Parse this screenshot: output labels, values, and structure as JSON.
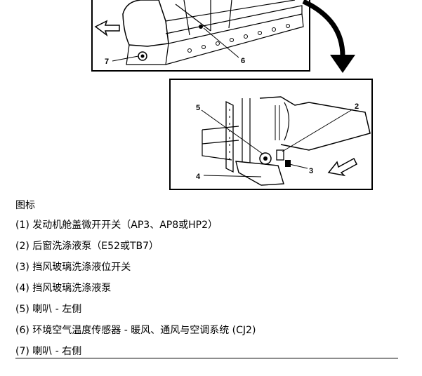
{
  "illustration": {
    "callouts": [
      "7",
      "6",
      "5",
      "2",
      "4",
      "3"
    ]
  },
  "legend": {
    "title": "图标",
    "items": [
      "(1) 发动机舱盖微开开关（AP3、AP8或HP2）",
      "(2) 后窗洗涤液泵（E52或TB7）",
      "(3) 挡风玻璃洗涤液位开关",
      "(4) 挡风玻璃洗涤液泵",
      "(5) 喇叭 - 左侧",
      "(6) 环境空气温度传感器 - 暖风、通风与空调系统 (CJ2)",
      "(7) 喇叭 - 右侧"
    ]
  }
}
